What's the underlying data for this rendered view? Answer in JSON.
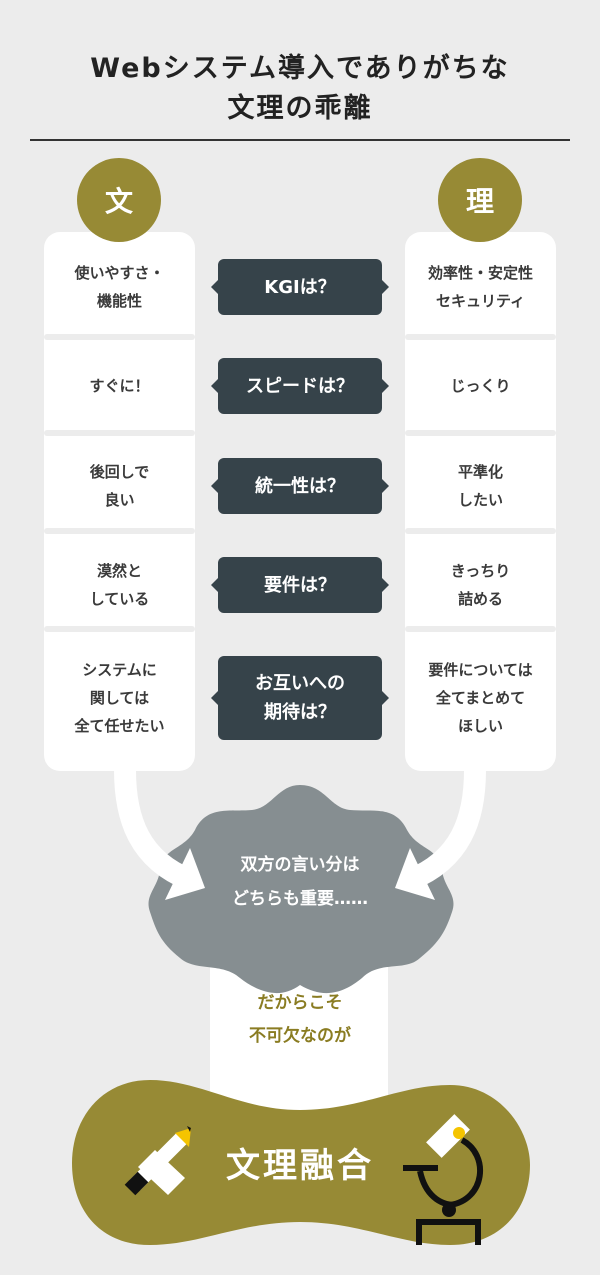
{
  "title": {
    "line1": "Webシステム導入でありがちな",
    "line2": "文理の乖離"
  },
  "left_label": "文",
  "right_label": "理",
  "rows": [
    {
      "left": "使いやすさ・\n機能性",
      "question": "KGIは？",
      "right": "効率性・安定性\nセキュリティ"
    },
    {
      "left": "すぐに！",
      "question": "スピードは？",
      "right": "じっくり"
    },
    {
      "left": "後回しで\n良い",
      "question": "統一性は？",
      "right": "平準化\nしたい"
    },
    {
      "left": "漠然と\nしている",
      "question": "要件は？",
      "right": "きっちり\n詰める"
    },
    {
      "left": "システムに\n関しては\n全て任せたい",
      "question": "お互いへの\n期待は？",
      "right": "要件については\n全てまとめて\nほしい"
    }
  ],
  "cloud_text": "双方の言い分は\nどちらも重要……",
  "arrow_text": "だからこそ\n不可欠なのが",
  "result": "文理融合",
  "colors": {
    "olive": "#978a35",
    "dark": "#36434a",
    "gray": "#868e91",
    "yellow": "#f5c400"
  }
}
